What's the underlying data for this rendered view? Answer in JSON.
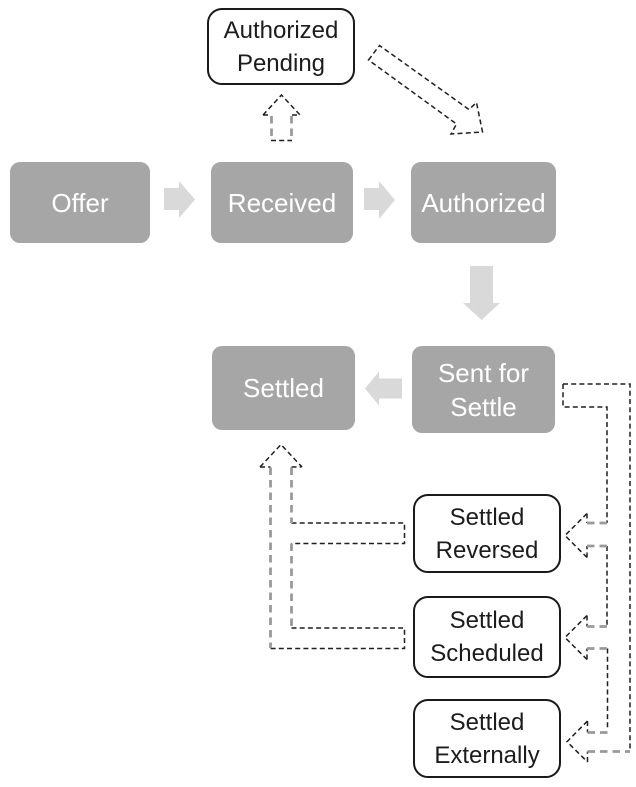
{
  "diagram": {
    "nodes": {
      "offer": {
        "label": "Offer"
      },
      "received": {
        "label": "Received"
      },
      "authorized": {
        "label": "Authorized"
      },
      "authorized_pending": {
        "label": "Authorized\nPending"
      },
      "sent_for_settle": {
        "label": "Sent for\nSettle"
      },
      "settled": {
        "label": "Settled"
      },
      "settled_reversed": {
        "label": "Settled\nReversed"
      },
      "settled_scheduled": {
        "label": "Settled\nScheduled"
      },
      "settled_externally": {
        "label": "Settled\nExternally"
      }
    },
    "edges": [
      {
        "from": "Offer",
        "to": "Received",
        "style": "solid-gray-arrow"
      },
      {
        "from": "Received",
        "to": "Authorized",
        "style": "solid-gray-arrow"
      },
      {
        "from": "Received",
        "to": "Authorized Pending",
        "style": "dashed-outline-arrow"
      },
      {
        "from": "Authorized Pending",
        "to": "Authorized",
        "style": "dashed-outline-arrow"
      },
      {
        "from": "Authorized",
        "to": "Sent for Settle",
        "style": "solid-gray-arrow"
      },
      {
        "from": "Sent for Settle",
        "to": "Settled",
        "style": "solid-gray-arrow"
      },
      {
        "from": "Sent for Settle",
        "to": "Settled Reversed",
        "style": "dashed-outline-arrow"
      },
      {
        "from": "Sent for Settle",
        "to": "Settled Scheduled",
        "style": "dashed-outline-arrow"
      },
      {
        "from": "Sent for Settle",
        "to": "Settled Externally",
        "style": "dashed-outline-arrow"
      },
      {
        "from": "Settled Reversed",
        "to": "Settled",
        "style": "dashed-outline-arrow"
      },
      {
        "from": "Settled Scheduled",
        "to": "Settled",
        "style": "dashed-outline-arrow"
      }
    ],
    "colors": {
      "state_fill": "#a6a6a6",
      "state_text": "#ffffff",
      "flow_arrow": "#d9d9d9",
      "dashed_black": "#1f1f1f",
      "dashed_gray": "#9a9a9a",
      "outline_border": "#1a1a1a"
    }
  }
}
